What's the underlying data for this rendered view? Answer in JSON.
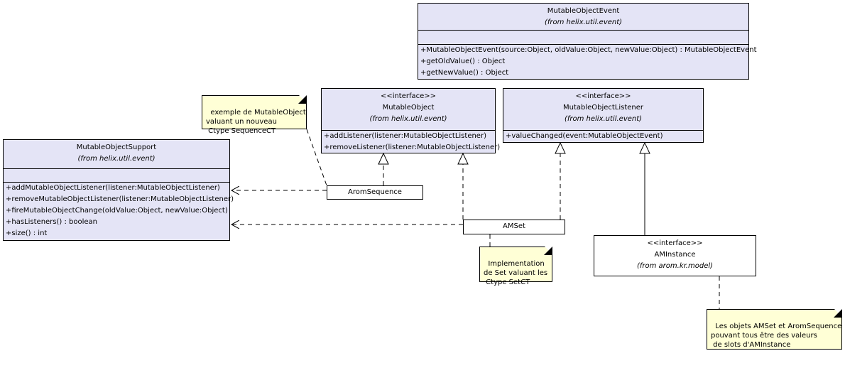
{
  "classes": {
    "mutable_object_event": {
      "name": "MutableObjectEvent",
      "from": "(from helix.util.event)",
      "ops": [
        "+MutableObjectEvent(source:Object, oldValue:Object, newValue:Object) : MutableObjectEvent",
        "+getOldValue() : Object",
        "+getNewValue() : Object"
      ]
    },
    "mutable_object": {
      "stereotype": "<<interface>>",
      "name": "MutableObject",
      "from": "(from helix.util.event)",
      "ops": [
        "+addListener(listener:MutableObjectListener)",
        "+removeListener(listener:MutableObjectListener)"
      ]
    },
    "mutable_object_listener": {
      "stereotype": "<<interface>>",
      "name": "MutableObjectListener",
      "from": "(from helix.util.event)",
      "ops": [
        "+valueChanged(event:MutableObjectEvent)"
      ]
    },
    "mutable_object_support": {
      "name": "MutableObjectSupport",
      "from": "(from helix.util.event)",
      "ops": [
        "+addMutableObjectListener(listener:MutableObjectListener)",
        "+removeMutableObjectListener(listener:MutableObjectListener)",
        "+fireMutableObjectChange(oldValue:Object, newValue:Object)",
        "+hasListeners() : boolean",
        "+size() : int"
      ]
    },
    "arom_sequence": {
      "name": "AromSequence"
    },
    "amset": {
      "name": "AMSet"
    },
    "aminstance": {
      "stereotype": "<<interface>>",
      "name": "AMInstance",
      "from": "(from arom.kr.model)"
    }
  },
  "notes": {
    "sequence_note": "exemple de MutableObject\nvaluant un nouveau\n Ctype SequenceCT",
    "set_note": "Implementation\nde Set valuant les\n Ctype SetCT",
    "instance_note": "Les objets AMSet et AromSequence\npouvant tous être des valeurs\n de slots d'AMInstance"
  },
  "colors": {
    "class_fill": "#e4e4f6",
    "note_fill": "#ffffd6",
    "line": "#000000"
  }
}
